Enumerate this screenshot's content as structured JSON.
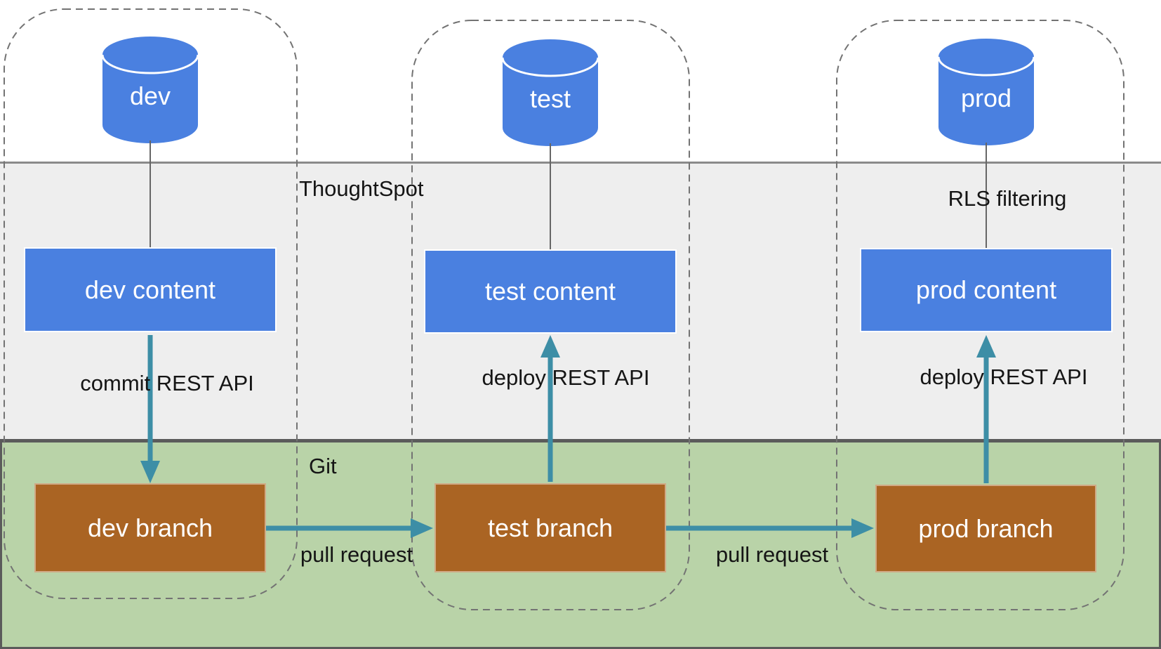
{
  "bands": {
    "thoughtspot_label": "ThoughtSpot",
    "git_label": "Git"
  },
  "columns": [
    {
      "id": "dev",
      "database_label": "dev",
      "content_label": "dev content",
      "branch_label": "dev branch"
    },
    {
      "id": "test",
      "database_label": "test",
      "content_label": "test content",
      "branch_label": "test branch"
    },
    {
      "id": "prod",
      "database_label": "prod",
      "content_label": "prod content",
      "branch_label": "prod branch"
    }
  ],
  "edges": {
    "commit_label": "commit REST API",
    "deploy_test_label": "deploy REST API",
    "deploy_prod_label": "deploy REST API",
    "pull_request_dev_to_test_label": "pull request",
    "pull_request_test_to_prod_label": "pull request",
    "rls_filtering_label": "RLS filtering"
  },
  "colors": {
    "database_fill": "#4a80e0",
    "content_box_fill": "#4a80e0",
    "branch_box_fill": "#aa6423",
    "arrow_teal": "#3d8ea6",
    "connector_gray": "#666666",
    "thoughtspot_band_bg": "#eeeeee",
    "git_band_bg": "#b9d3a8",
    "outline_dash_gray": "#737373"
  }
}
